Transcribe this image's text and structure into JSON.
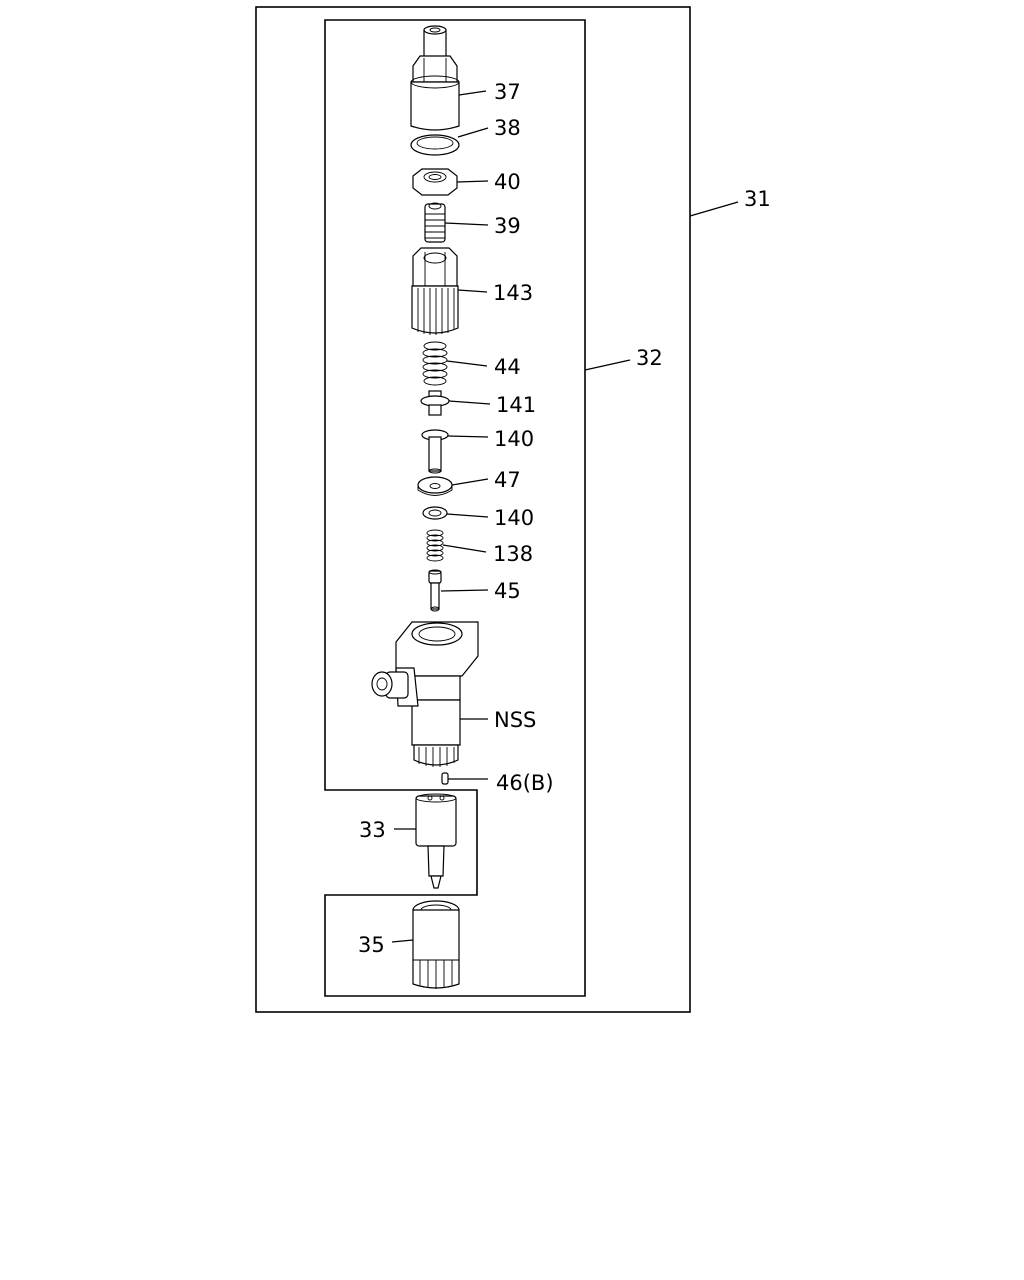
{
  "diagram": {
    "callouts": {
      "c31": "31",
      "c32": "32",
      "c37": "37",
      "c38": "38",
      "c40": "40",
      "c39": "39",
      "c143": "143",
      "c44": "44",
      "c141": "141",
      "c140a": "140",
      "c47": "47",
      "c140b": "140",
      "c138": "138",
      "c45": "45",
      "cNSS": "NSS",
      "c46": "46(B)",
      "c33": "33",
      "c35": "35"
    }
  }
}
